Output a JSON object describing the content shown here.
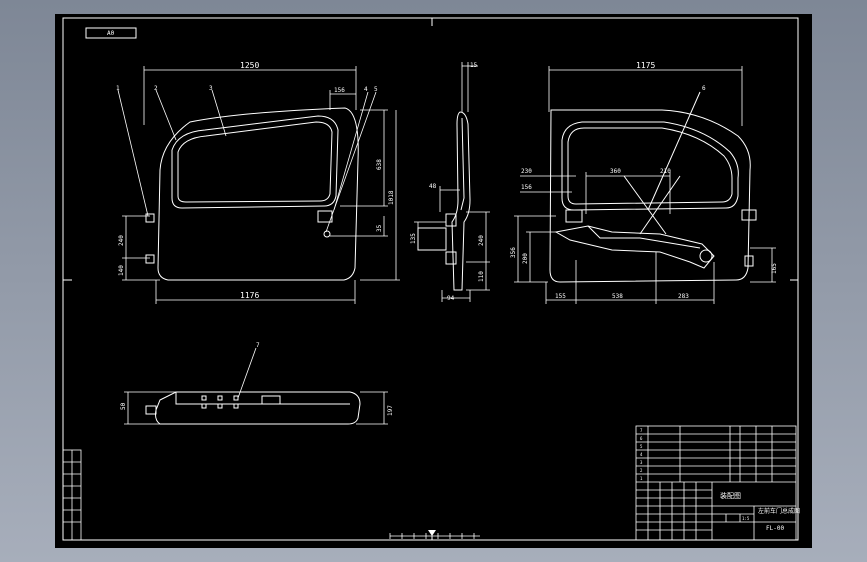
{
  "colors": {
    "viewport_background": "#8f98a5",
    "paper": "#000000",
    "lines": "#ffffff"
  },
  "drawing": {
    "stamp_label": "A0",
    "front_view": {
      "dims": {
        "overall_width": "1250",
        "bottom_width": "1176",
        "dim_156": "156",
        "dim_638": "638",
        "dim_1018": "1018",
        "dim_240": "240",
        "dim_140": "140",
        "dim_35": "35"
      },
      "balloons": [
        "1",
        "2",
        "3",
        "4",
        "5"
      ]
    },
    "side_view": {
      "dims": {
        "dim_15": "15",
        "dim_48": "48",
        "dim_135": "135",
        "dim_240": "240",
        "dim_110": "110",
        "dim_94": "94"
      }
    },
    "rear_view": {
      "dims": {
        "overall_width": "1175",
        "dim_230": "230",
        "dim_156": "156",
        "dim_360": "360",
        "dim_210": "210",
        "dim_356": "356",
        "dim_200": "200",
        "dim_165": "165",
        "dim_155": "155",
        "dim_538": "538",
        "dim_283": "283"
      },
      "balloons": [
        "6"
      ]
    },
    "top_view": {
      "dims": {
        "dim_50": "50",
        "dim_197": "197"
      },
      "balloons": [
        "7"
      ]
    },
    "title_block": {
      "title_cell": "装配图",
      "drawing_name": "左前车门总成图",
      "drawing_no": "FL-00",
      "scale": "1:5",
      "item_numbers": [
        "7",
        "6",
        "5",
        "4",
        "3",
        "2",
        "1"
      ]
    }
  }
}
